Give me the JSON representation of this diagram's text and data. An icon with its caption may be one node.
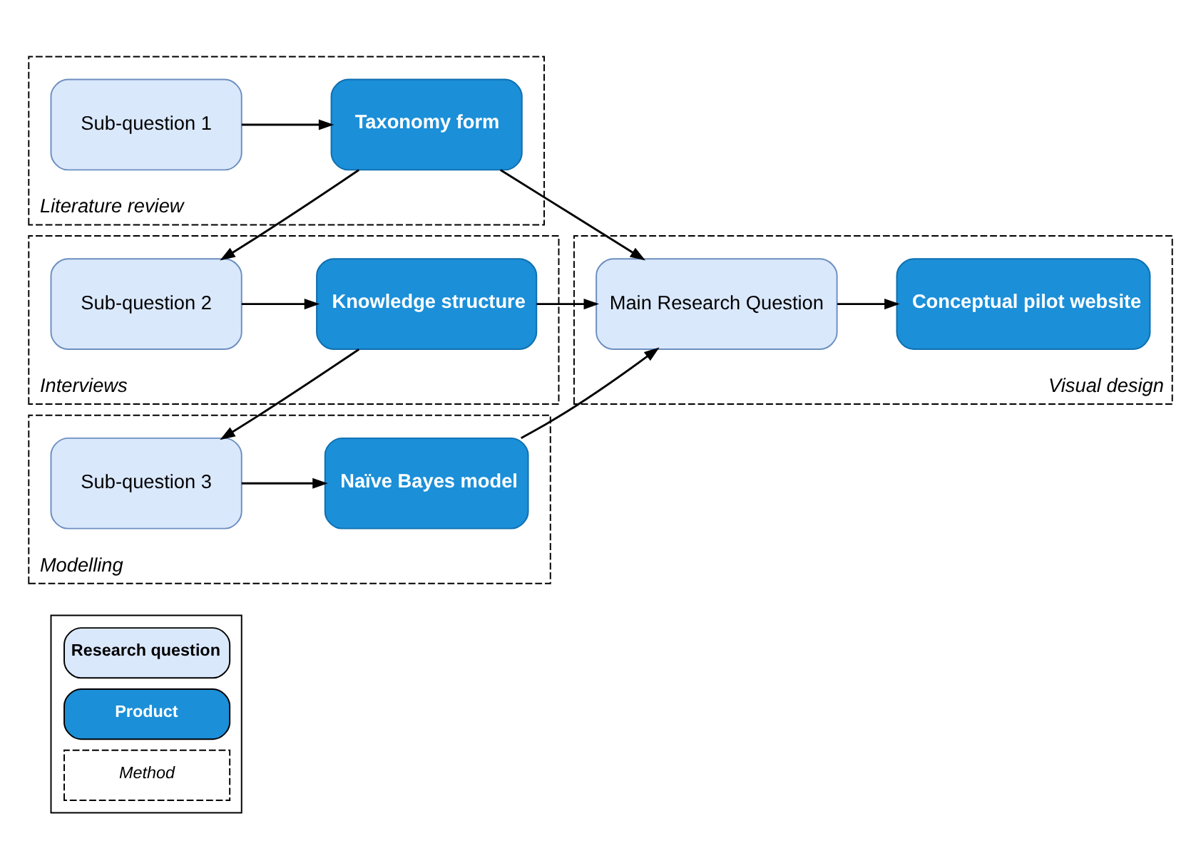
{
  "diagram": {
    "nodes": [
      {
        "text": [
          "Literature review"
        ]
      },
      {
        "text": [
          "Sub-question 1"
        ],
        "in": 0
      },
      {
        "text": [
          "Taxonomy form"
        ],
        "in": 0
      },
      {
        "text": [
          "Interviews"
        ]
      },
      {
        "text": [
          "Sub-question 2"
        ],
        "in": 3
      },
      {
        "text": [
          "Knowledge structure"
        ],
        "in": 3
      },
      {
        "text": [
          "Modelling"
        ]
      },
      {
        "text": [
          "Sub-question 3"
        ],
        "in": 6
      },
      {
        "text": [
          "Naïve Bayes model"
        ],
        "in": 6
      },
      {
        "text": [
          "Visual design"
        ]
      },
      {
        "text": [
          "Main Research Question"
        ],
        "in": 9
      },
      {
        "text": [
          "Conceptual pilot website"
        ],
        "in": 9
      }
    ],
    "edges": [
      {
        "from": 1,
        "to": 2,
        "arrow": "to"
      },
      {
        "from": 2,
        "to": 4,
        "arrow": "to"
      },
      {
        "from": 4,
        "to": 5,
        "arrow": "to"
      },
      {
        "from": 5,
        "to": 7,
        "arrow": "to"
      },
      {
        "from": 7,
        "to": 8,
        "arrow": "to"
      },
      {
        "from": 2,
        "to": 10,
        "arrow": "to"
      },
      {
        "from": 5,
        "to": 10,
        "arrow": "to"
      },
      {
        "from": 8,
        "to": 10,
        "arrow": "to"
      },
      {
        "from": 10,
        "to": 11,
        "arrow": "to"
      }
    ],
    "legend": [
      {
        "text": "Research question",
        "color": "#dae8fc"
      },
      {
        "text": "Product",
        "color": "#1b8fd8"
      },
      {
        "text": "Method"
      }
    ]
  }
}
